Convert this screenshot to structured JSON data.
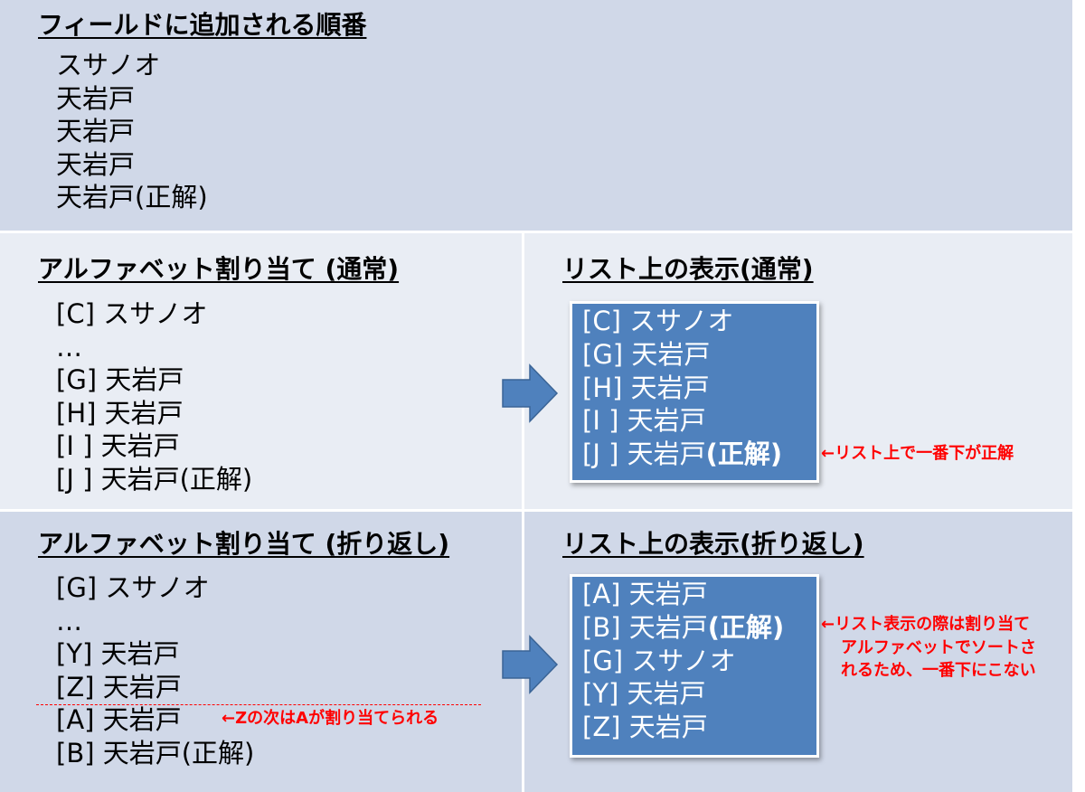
{
  "colors": {
    "panel_dark": "#d0d8e8",
    "panel_light": "#e9edf4",
    "accent_blue": "#4f81bd",
    "note_red": "#ff0000"
  },
  "top": {
    "title": "フィールドに追加される順番",
    "items": [
      "スサノオ",
      "天岩戸",
      "天岩戸",
      "天岩戸",
      "天岩戸(正解)"
    ]
  },
  "normal": {
    "assign_title": "アルファベット割り当て (通常)",
    "assign_items": [
      "[C] スサノオ",
      "…",
      "[G] 天岩戸",
      "[H] 天岩戸",
      "[I ] 天岩戸",
      "[J ] 天岩戸(正解)"
    ],
    "list_title": "リスト上の表示(通常)",
    "list_items": [
      {
        "text": "[C] スサノオ"
      },
      {
        "text": "[G] 天岩戸"
      },
      {
        "text": "[H] 天岩戸"
      },
      {
        "text": "[I ] 天岩戸"
      },
      {
        "text": "[J ] 天岩戸",
        "bold": "(正解)"
      }
    ],
    "note": "←リスト上で一番下が正解"
  },
  "wrap": {
    "assign_title": "アルファベット割り当て (折り返し)",
    "assign_items": [
      "[G] スサノオ",
      "…",
      "[Y] 天岩戸",
      "[Z] 天岩戸",
      "[A] 天岩戸",
      "[B] 天岩戸(正解)"
    ],
    "wrap_note": "←Zの次はAが割り当てられる",
    "list_title": "リスト上の表示(折り返し)",
    "list_items": [
      {
        "text": "[A] 天岩戸"
      },
      {
        "text": "[B] 天岩戸",
        "bold": "(正解)"
      },
      {
        "text": "[G] スサノオ"
      },
      {
        "text": "[Y] 天岩戸"
      },
      {
        "text": "[Z] 天岩戸"
      }
    ],
    "note_lines": [
      "←リスト表示の際は割り当て",
      "アルファベットでソートさ",
      "れるため、一番下にこない"
    ]
  }
}
